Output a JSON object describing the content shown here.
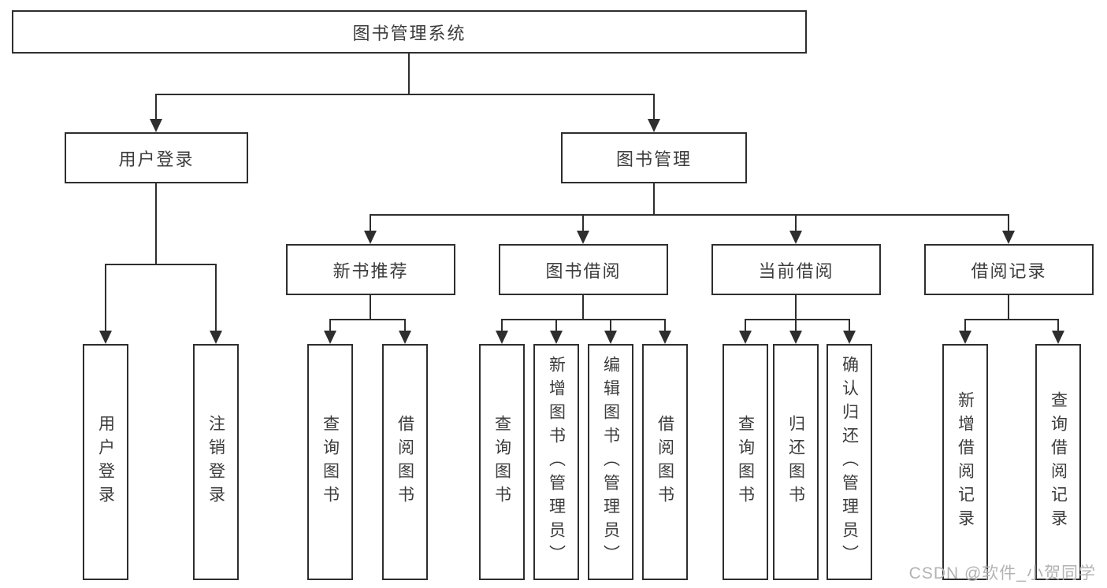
{
  "diagram": {
    "title": "图书管理系统",
    "level2": [
      {
        "label": "用户登录",
        "children": [
          {
            "label": "用户登录"
          },
          {
            "label": "注销登录"
          }
        ]
      },
      {
        "label": "图书管理",
        "children": [
          {
            "label": "新书推荐",
            "children": [
              {
                "label": "查询图书"
              },
              {
                "label": "借阅图书"
              }
            ]
          },
          {
            "label": "图书借阅",
            "children": [
              {
                "label": "查询图书"
              },
              {
                "label": "新增图书（管理员）"
              },
              {
                "label": "编辑图书（管理员）"
              },
              {
                "label": "借阅图书"
              }
            ]
          },
          {
            "label": "当前借阅",
            "children": [
              {
                "label": "查询图书"
              },
              {
                "label": "归还图书"
              },
              {
                "label": "确认归还（管理员）"
              }
            ]
          },
          {
            "label": "借阅记录",
            "children": [
              {
                "label": "新增借阅记录"
              },
              {
                "label": "查询借阅记录"
              }
            ]
          }
        ]
      }
    ],
    "watermark": "CSDN @软件_小贺同学",
    "colors": {
      "border": "#2e2e2e",
      "text": "#3c3c3c",
      "watermark": "#b3b3b3",
      "background": "#ffffff"
    }
  }
}
